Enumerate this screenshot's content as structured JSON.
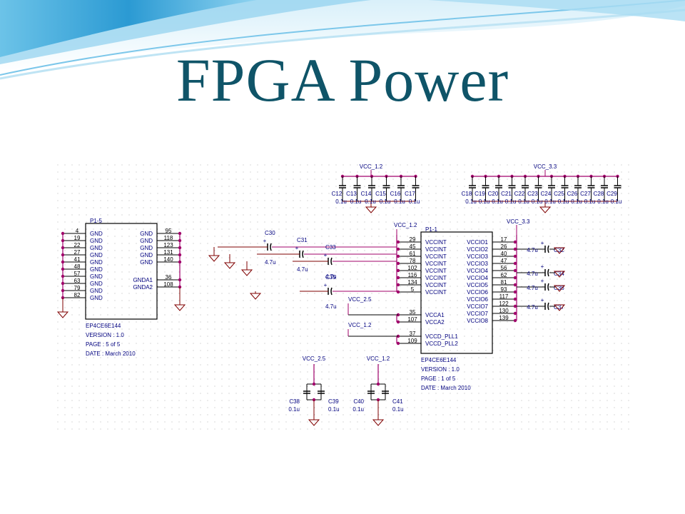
{
  "slide": {
    "title": "FPGA Power"
  },
  "schematic": {
    "left_part": {
      "ref": "P1-5",
      "pins_left": [
        {
          "num": "4",
          "name": "GND"
        },
        {
          "num": "19",
          "name": "GND"
        },
        {
          "num": "22",
          "name": "GND"
        },
        {
          "num": "27",
          "name": "GND"
        },
        {
          "num": "41",
          "name": "GND"
        },
        {
          "num": "48",
          "name": "GND"
        },
        {
          "num": "57",
          "name": "GND"
        },
        {
          "num": "63",
          "name": "GND"
        },
        {
          "num": "79",
          "name": "GND"
        },
        {
          "num": "82",
          "name": "GND"
        }
      ],
      "pins_right": [
        {
          "num": "95",
          "name": "GND"
        },
        {
          "num": "118",
          "name": "GND"
        },
        {
          "num": "123",
          "name": "GND"
        },
        {
          "num": "131",
          "name": "GND"
        },
        {
          "num": "140",
          "name": "GND"
        },
        {
          "num": "36",
          "name": "GNDA1"
        },
        {
          "num": "108",
          "name": "GNDA2"
        }
      ],
      "info": [
        "EP4CE6E144",
        "VERSION : 1.0",
        "PAGE : 5 of 5",
        "DATE : March 2010"
      ]
    },
    "main_part": {
      "ref": "P1-1",
      "pins_left": [
        {
          "num": "29",
          "name": "VCCINT"
        },
        {
          "num": "45",
          "name": "VCCINT"
        },
        {
          "num": "61",
          "name": "VCCINT"
        },
        {
          "num": "78",
          "name": "VCCINT"
        },
        {
          "num": "102",
          "name": "VCCINT"
        },
        {
          "num": "116",
          "name": "VCCINT"
        },
        {
          "num": "134",
          "name": "VCCINT"
        },
        {
          "num": "5",
          "name": "VCCINT"
        },
        {
          "num": "35",
          "name": "VCCA1"
        },
        {
          "num": "107",
          "name": "VCCA2"
        },
        {
          "num": "37",
          "name": "VCCD_PLL1"
        },
        {
          "num": "109",
          "name": "VCCD_PLL2"
        }
      ],
      "pins_right": [
        {
          "num": "17",
          "name": "VCCIO1"
        },
        {
          "num": "26",
          "name": "VCCIO2"
        },
        {
          "num": "40",
          "name": "VCCIO3"
        },
        {
          "num": "47",
          "name": "VCCIO3"
        },
        {
          "num": "56",
          "name": "VCCIO4"
        },
        {
          "num": "62",
          "name": "VCCIO4"
        },
        {
          "num": "81",
          "name": "VCCIO5"
        },
        {
          "num": "93",
          "name": "VCCIO6"
        },
        {
          "num": "117",
          "name": "VCCIO6"
        },
        {
          "num": "122",
          "name": "VCCIO7"
        },
        {
          "num": "130",
          "name": "VCCIO7"
        },
        {
          "num": "139",
          "name": "VCCIO8"
        }
      ],
      "info": [
        "EP4CE6E144",
        "VERSION : 1.0",
        "PAGE : 1 of 5",
        "DATE : March 2010"
      ]
    },
    "nets": {
      "vcc12": "VCC_1.2",
      "vcc33": "VCC_3.3",
      "vcc25": "VCC_2.5"
    },
    "bank12": {
      "refs": [
        "C12",
        "C13",
        "C14",
        "C15",
        "C16",
        "C17"
      ],
      "values": [
        "0.1u",
        "0.1u",
        "0.1u",
        "0.1u",
        "0.1u",
        "0.1u"
      ]
    },
    "bank33": {
      "refs": [
        "C18",
        "C19",
        "C20",
        "C21",
        "C22",
        "C23",
        "C24",
        "C25",
        "C26",
        "C27",
        "C28",
        "C29"
      ],
      "values": [
        "0.1u",
        "0.1u",
        "0.1u",
        "0.1u",
        "0.1u",
        "0.1u",
        "0.1u",
        "0.1u",
        "0.1u",
        "0.1u",
        "0.1u",
        "0.1u"
      ]
    },
    "left_caps": [
      {
        "ref": "C30",
        "value": "4.7u"
      },
      {
        "ref": "C31",
        "value": "4.7u"
      },
      {
        "ref": "C33",
        "value": "4.7u"
      },
      {
        "ref": "C35",
        "value": "4.7u"
      }
    ],
    "right_caps": [
      {
        "ref": "C32",
        "value": "4.7u"
      },
      {
        "ref": "C34",
        "value": "4.7u"
      },
      {
        "ref": "C36",
        "value": "4.7u"
      },
      {
        "ref": "C37",
        "value": "4.7u"
      }
    ],
    "bottom_caps": [
      {
        "ref": "C38",
        "value": "0.1u"
      },
      {
        "ref": "C39",
        "value": "0.1u"
      },
      {
        "ref": "C40",
        "value": "0.1u"
      },
      {
        "ref": "C41",
        "value": "0.1u"
      }
    ]
  },
  "colors": {
    "title": "#0f5468",
    "wire": "#000000",
    "body": "#000000",
    "net": "#00007f",
    "pin": "#a0006a",
    "gnd_wire": "#7f0000",
    "swoosh_top": "#3fa7d6",
    "swoosh_light": "#bfe4f4"
  }
}
